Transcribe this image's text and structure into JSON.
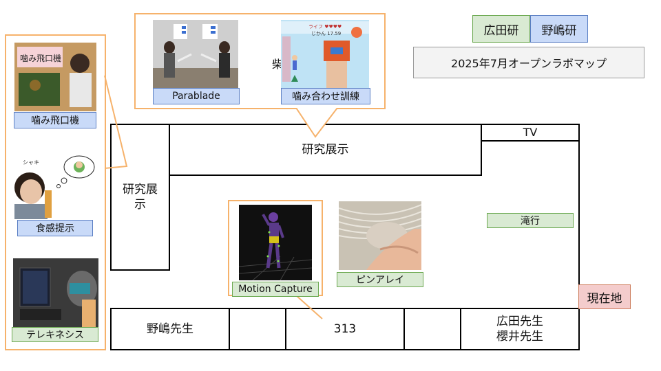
{
  "legend": {
    "hirota": "広田研",
    "nojima": "野嶋研",
    "title": "2025年7月オープンラボマップ",
    "hirota_color": "#d9ead3",
    "nojima_color": "#c9daf8"
  },
  "rooms": {
    "research_top": "研究展示",
    "research_left": "研究展示",
    "tv": "TV",
    "nojima_office": "野嶋先生",
    "room_313": "313",
    "hirota_office": "広田先生\n櫻井先生",
    "current_location": "現在地",
    "partial_hidden_text": "柴"
  },
  "exhibits": {
    "parablade": "Parablade",
    "chewing": "噛み合わせ訓練",
    "kamihikouki": "噛み飛口機",
    "food_sense": "食感提示",
    "telekinesis": "テレキネシス",
    "takigyo": "滝行",
    "motion_capture": "Motion Capture",
    "pin_array": "ピンアレイ"
  },
  "photo_text": {
    "kamihikouki_sign": "噛み飛口機",
    "game_hud": "ライフ ♥♥♥♥",
    "game_time": "じかん 17.59",
    "sound_effect": "シャキ"
  },
  "colors": {
    "accent_orange": "#f6b26b",
    "current_location_bg": "#f4cccc"
  }
}
